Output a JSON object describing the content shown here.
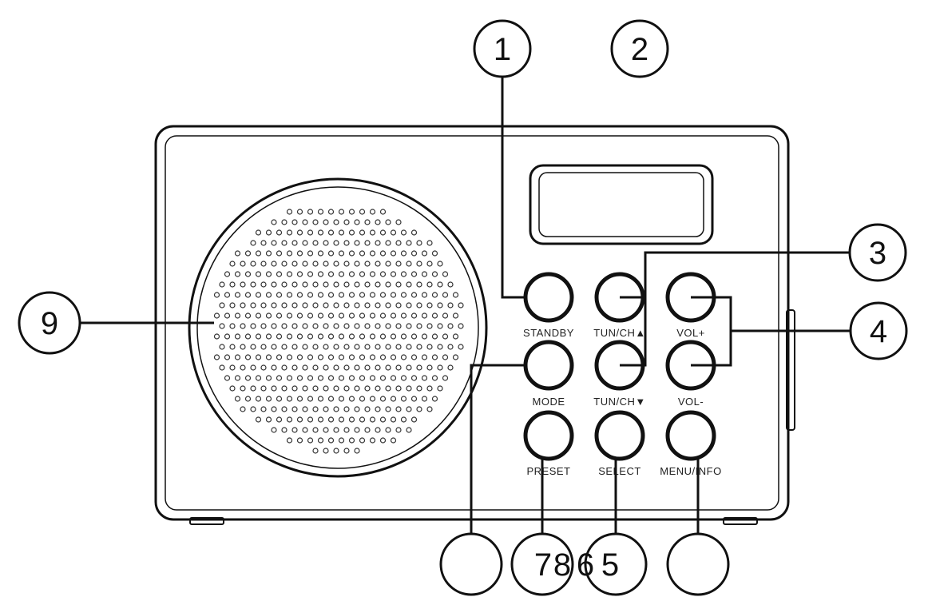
{
  "buttons": {
    "standby": "STANDBY",
    "tun_ch_up": "TUN/CH▲",
    "vol_plus": "VOL+",
    "mode": "MODE",
    "tun_ch_down": "TUN/CH▼",
    "vol_minus": "VOL-",
    "preset": "PRESET",
    "select": "SELECT",
    "menu_info": "MENU/INFO"
  },
  "callouts": {
    "c1": "1",
    "c2": "2",
    "c3": "3",
    "c4": "4",
    "c5": "5",
    "c6": "6",
    "c7": "7",
    "c8": "8",
    "c9": "9"
  },
  "colors": {
    "line": "#111111",
    "background": "#ffffff"
  }
}
